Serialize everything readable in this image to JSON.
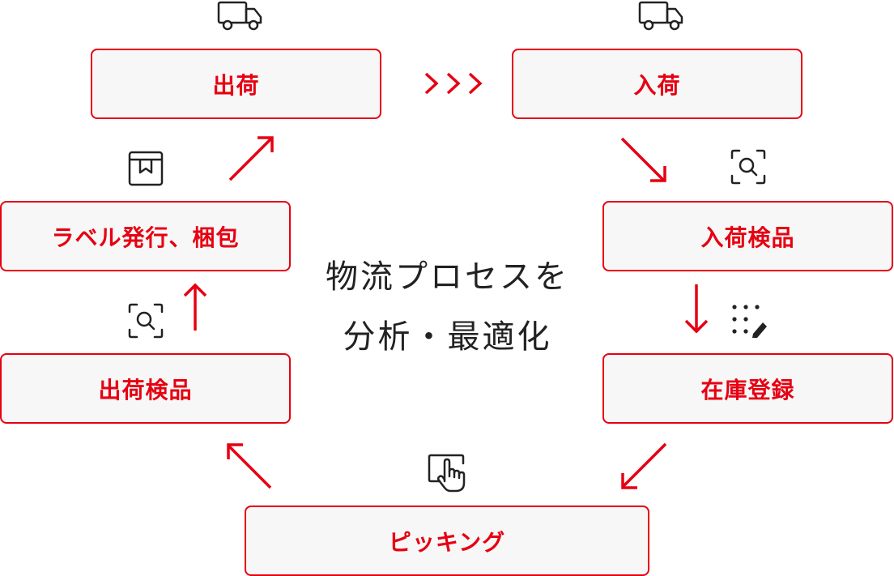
{
  "center": {
    "line1": "物流プロセスを",
    "line2": "分析・最適化"
  },
  "steps": {
    "shipping": "出荷",
    "receiving": "入荷",
    "receiving_inspection": "入荷検品",
    "inventory_registration": "在庫登録",
    "picking": "ピッキング",
    "shipping_inspection": "出荷検品",
    "labeling_packing": "ラベル発行、梱包"
  },
  "colors": {
    "accent": "#e60012",
    "box_bg": "#f7f7f7",
    "icon": "#222222",
    "text": "#222222"
  },
  "icons": {
    "shipping": "truck-icon",
    "receiving": "truck-icon",
    "receiving_inspection": "scan-search-icon",
    "inventory_registration": "grid-edit-icon",
    "picking": "hand-tap-icon",
    "shipping_inspection": "scan-search-icon",
    "labeling_packing": "box-label-icon"
  }
}
